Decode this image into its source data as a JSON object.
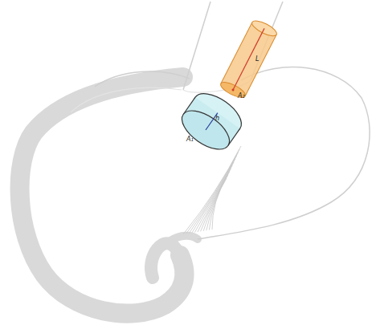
{
  "diagram": {
    "labels": [
      "A₁",
      "h",
      "A₂",
      "L"
    ]
  }
}
